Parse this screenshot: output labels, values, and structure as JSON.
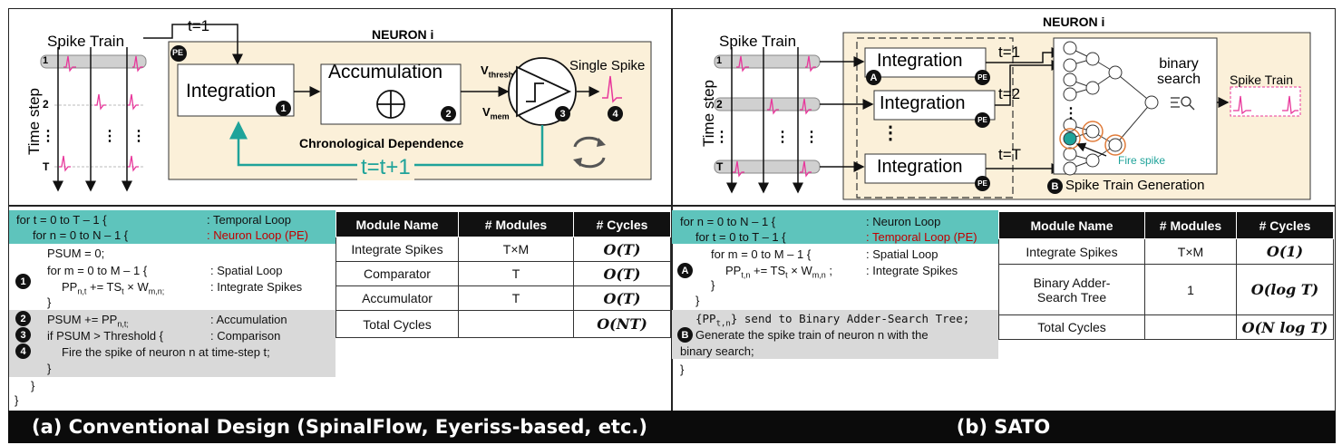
{
  "colors": {
    "neuron_bg": "#fbf0d9",
    "teal": "#1fa39a",
    "teal_band": "#5ec4bc",
    "gray_band": "#d9d9d9",
    "pink": "#e8379b",
    "orange": "#e07b39"
  },
  "left": {
    "diagram": {
      "spike_train": "Spike Train",
      "time_step": "Time step",
      "t1": "t=1",
      "neuron_title": "NEURON i",
      "pe": "PE",
      "integration": "Integration",
      "accumulation": "Accumulation",
      "vthresh": "V",
      "vthresh_sub": "thresh",
      "vmem": "V",
      "vmem_sub": "mem",
      "single_spike": "Single Spike",
      "chrono": "Chronological Dependence",
      "t_next": "t=t+1",
      "rows": [
        "1",
        "2",
        "⋮",
        "T"
      ],
      "badges": [
        "1",
        "2",
        "3",
        "4"
      ]
    },
    "code": {
      "l1": "for  t = 0 to T – 1 {",
      "l1c": ": Temporal Loop",
      "l2": "for n = 0 to N – 1 {",
      "l2c": ": Neuron Loop (PE)",
      "l3": "PSUM = 0;",
      "l4": "for m = 0 to M – 1 {",
      "l4c": ": Spatial Loop",
      "l5a": "PP",
      "l5s": "n,t",
      "l5b": " += TS",
      "l5s2": "t",
      "l5c": " × W",
      "l5s3": "m,n;",
      "l5cm": ": Integrate Spikes",
      "l6": "}",
      "l7a": "PSUM += PP",
      "l7s": "n,t;",
      "l7c": ": Accumulation",
      "l8": "if PSUM > Threshold {",
      "l8c": ": Comparison",
      "l9": "Fire the spike of neuron  n at time-step t;",
      "l10": "}",
      "l11": "}",
      "l12": "}"
    },
    "table": {
      "headers": [
        "Module Name",
        "# Modules",
        "# Cycles"
      ],
      "rows": [
        [
          "Integrate Spikes",
          "T×M",
          "O(T)"
        ],
        [
          "Comparator",
          "T",
          "O(T)"
        ],
        [
          "Accumulator",
          "T",
          "O(T)"
        ],
        [
          "Total Cycles",
          "",
          "O(NT)"
        ]
      ]
    },
    "caption": "(a) Conventional Design (SpinalFlow, Eyeriss-based, etc.)"
  },
  "right": {
    "diagram": {
      "spike_train": "Spike Train",
      "time_step": "Time step",
      "neuron_title": "NEURON i",
      "integration": "Integration",
      "pe": "PE",
      "t1": "t=1",
      "t2": "t=2",
      "tT": "t=T",
      "binary_search": "binary\nsearch",
      "binary_search_l1": "binary",
      "binary_search_l2": "search",
      "out_spike_train": "Spike Train",
      "fire_spike": "Fire spike",
      "badge_a": "A",
      "badge_b": "B",
      "gen": "Spike Train Generation",
      "rows": [
        "1",
        "2",
        "⋮",
        "T"
      ]
    },
    "code": {
      "l1": "for n = 0 to N – 1 {",
      "l1c": ": Neuron Loop",
      "l2": "for t = 0 to T – 1 {",
      "l2c": ": Temporal Loop (PE)",
      "l3": "for m = 0 to M – 1 {",
      "l3c": ": Spatial Loop",
      "l4a": "PP",
      "l4s": "t,n",
      "l4b": " += TS",
      "l4s2": "t",
      "l4c": " × W",
      "l4s3": "m,n",
      "l4d": " ;",
      "l4cm": ": Integrate Spikes",
      "l5": "}",
      "l6": "}",
      "l7a": "{PP",
      "l7s": "t,n",
      "l7b": "} send to Binary Adder-Search Tree;",
      "l8": "Generate the spike train of neuron n with the",
      "l9": "binary search;",
      "l10": "}"
    },
    "table": {
      "headers": [
        "Module Name",
        "# Modules",
        "# Cycles"
      ],
      "rows": [
        [
          "Integrate Spikes",
          "T×M",
          "O(1)"
        ],
        [
          "Binary Adder-\nSearch Tree",
          "1",
          "O(log T)"
        ],
        [
          "Total Cycles",
          "",
          "O(N log T)"
        ]
      ],
      "row2_l1": "Binary Adder-",
      "row2_l2": "Search Tree"
    },
    "caption": "(b) SATO"
  }
}
